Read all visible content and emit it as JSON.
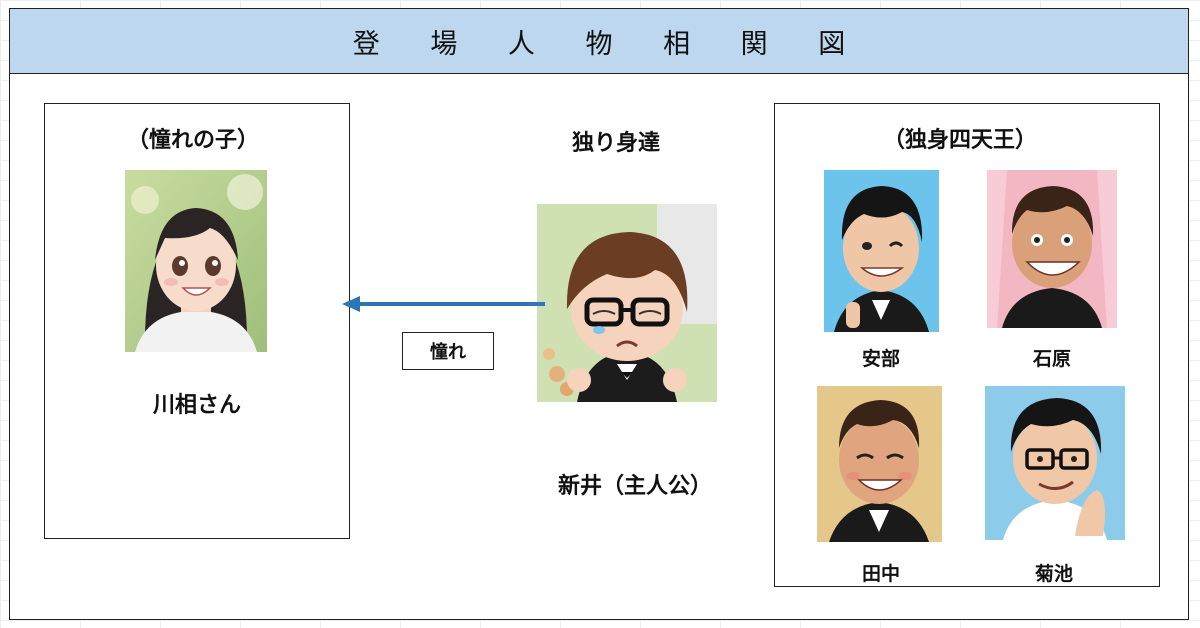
{
  "title": "登 場 人 物 相 関 図",
  "left_box": {
    "heading": "（憧れの子）",
    "name": "川相さん"
  },
  "center": {
    "heading": "独り身達",
    "name": "新井（主人公）"
  },
  "relation": {
    "label": "憧れ"
  },
  "right_box": {
    "heading": "（独身四天王）",
    "members": [
      "安部",
      "石原",
      "田中",
      "菊池"
    ]
  },
  "colors": {
    "title_bar": "#bdd7ee",
    "arrow": "#2e75b6",
    "border": "#222222"
  },
  "icons": {
    "kawai": "girl-portrait-icon",
    "arai": "crying-boy-portrait-icon",
    "abe": "winking-man-portrait-icon",
    "ishihara": "grinning-man-portrait-icon",
    "tanaka": "smiling-man-portrait-icon",
    "kikuchi": "glasses-man-portrait-icon"
  }
}
